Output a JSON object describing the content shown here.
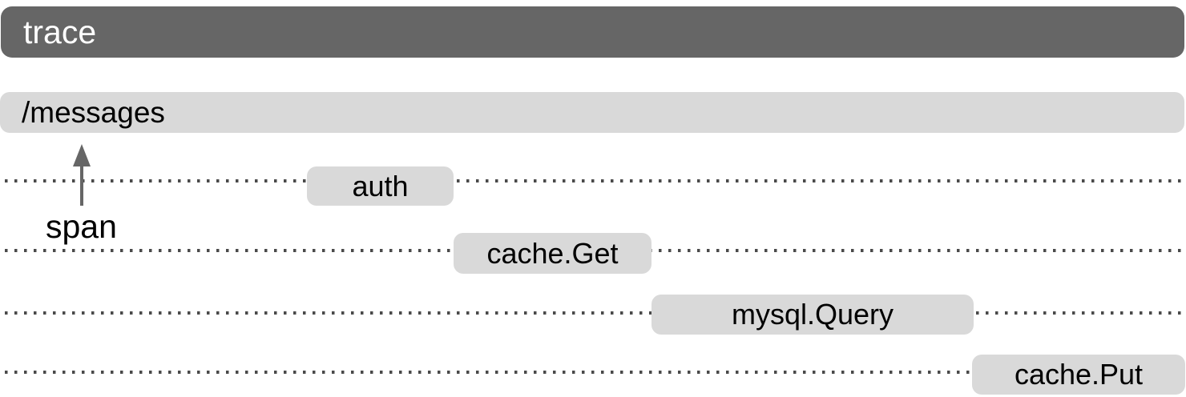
{
  "title_bar": {
    "label": "trace"
  },
  "root_span": {
    "label": "/messages"
  },
  "annotation": {
    "label": "span",
    "arrow_icon": "arrow-up-icon"
  },
  "spans": [
    {
      "label": "auth"
    },
    {
      "label": "cache.Get"
    },
    {
      "label": "mysql.Query"
    },
    {
      "label": "cache.Put"
    }
  ],
  "colors": {
    "trace_bar": "#666666",
    "span_box": "#d9d9d9",
    "dotted_line": "#4a4a4a",
    "trace_text": "#ffffff",
    "span_text": "#000000",
    "arrow": "#666666"
  }
}
